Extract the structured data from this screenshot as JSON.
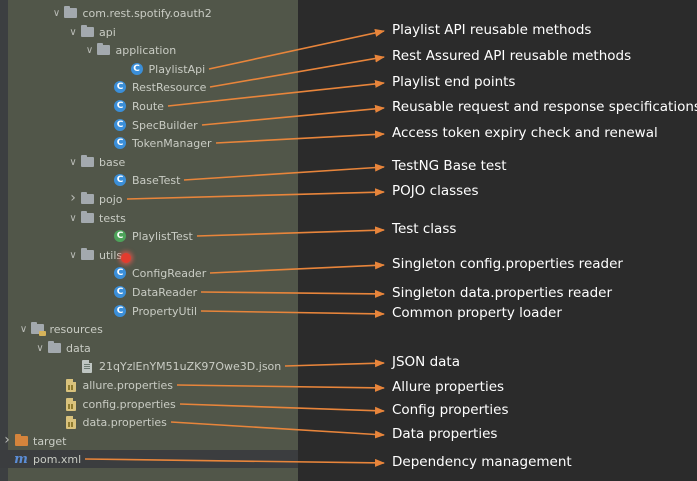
{
  "tree": [
    {
      "label": "com.rest.spotify.oauth2",
      "icon": "folder",
      "depth": 4,
      "expand": "down",
      "name": "package-oauth2"
    },
    {
      "label": "api",
      "icon": "folder",
      "depth": 5,
      "expand": "down",
      "name": "package-api"
    },
    {
      "label": "application",
      "icon": "folder",
      "depth": 6,
      "expand": "down",
      "name": "package-application"
    },
    {
      "label": "PlaylistApi",
      "icon": "class",
      "depth": 8,
      "expand": "none",
      "name": "class-playlistapi"
    },
    {
      "label": "RestResource",
      "icon": "class",
      "depth": 7,
      "expand": "none",
      "name": "class-restresource"
    },
    {
      "label": "Route",
      "icon": "class",
      "depth": 7,
      "expand": "none",
      "name": "class-route"
    },
    {
      "label": "SpecBuilder",
      "icon": "class",
      "depth": 7,
      "expand": "none",
      "name": "class-specbuilder"
    },
    {
      "label": "TokenManager",
      "icon": "class",
      "depth": 7,
      "expand": "none",
      "name": "class-tokenmanager"
    },
    {
      "label": "base",
      "icon": "folder",
      "depth": 5,
      "expand": "down",
      "name": "package-base"
    },
    {
      "label": "BaseTest",
      "icon": "class",
      "depth": 7,
      "expand": "none",
      "name": "class-basetest"
    },
    {
      "label": "pojo",
      "icon": "folder",
      "depth": 5,
      "expand": "right",
      "name": "package-pojo"
    },
    {
      "label": "tests",
      "icon": "folder",
      "depth": 5,
      "expand": "down",
      "name": "package-tests"
    },
    {
      "label": "PlaylistTest",
      "icon": "testclass",
      "depth": 7,
      "expand": "none",
      "name": "class-playlisttest"
    },
    {
      "label": "utils",
      "icon": "folder",
      "depth": 5,
      "expand": "down",
      "name": "package-utils"
    },
    {
      "label": "ConfigReader",
      "icon": "class",
      "depth": 7,
      "expand": "none",
      "name": "class-configreader"
    },
    {
      "label": "DataReader",
      "icon": "class",
      "depth": 7,
      "expand": "none",
      "name": "class-datareader"
    },
    {
      "label": "PropertyUtil",
      "icon": "class",
      "depth": 7,
      "expand": "none",
      "name": "class-propertyutil"
    },
    {
      "label": "resources",
      "icon": "resfolder",
      "depth": 2,
      "expand": "down",
      "name": "folder-resources"
    },
    {
      "label": "data",
      "icon": "folder",
      "depth": 3,
      "expand": "down",
      "name": "folder-data"
    },
    {
      "label": "21qYzlEnYM51uZK97Owe3D.json",
      "icon": "json",
      "depth": 5,
      "expand": "none",
      "name": "file-json-data"
    },
    {
      "label": "allure.properties",
      "icon": "props",
      "depth": 4,
      "expand": "none",
      "name": "file-allure-properties"
    },
    {
      "label": "config.properties",
      "icon": "props",
      "depth": 4,
      "expand": "none",
      "name": "file-config-properties"
    },
    {
      "label": "data.properties",
      "icon": "props",
      "depth": 4,
      "expand": "none",
      "name": "file-data-properties"
    },
    {
      "label": "target",
      "icon": "orangefolder",
      "depth": 1,
      "expand": "right",
      "name": "folder-target"
    },
    {
      "label": "pom.xml",
      "icon": "maven",
      "depth": 1,
      "expand": "none",
      "name": "file-pom-xml"
    }
  ],
  "annotations": [
    {
      "text": "Playlist API reusable methods",
      "row": 3
    },
    {
      "text": "Rest Assured API reusable methods",
      "row": 4
    },
    {
      "text": "Playlist end points",
      "row": 5
    },
    {
      "text": "Reusable request and response specifications",
      "row": 6
    },
    {
      "text": "Access token expiry check and renewal",
      "row": 7
    },
    {
      "text": "TestNG Base test",
      "row": 9
    },
    {
      "text": "POJO classes",
      "row": 10
    },
    {
      "text": "Test class",
      "row": 12
    },
    {
      "text": "Singleton config.properties reader",
      "row": 14
    },
    {
      "text": "Singleton data.properties reader",
      "row": 15
    },
    {
      "text": "Common property loader",
      "row": 16
    },
    {
      "text": "JSON data",
      "row": 19
    },
    {
      "text": "Allure properties",
      "row": 20
    },
    {
      "text": "Config properties",
      "row": 21
    },
    {
      "text": "Data properties",
      "row": 22
    },
    {
      "text": "Dependency management",
      "row": 24
    }
  ],
  "colors": {
    "arrow": "#e8853b",
    "annotation_text": "#ffffff",
    "panel": "#515649",
    "background": "#2b2b2b"
  }
}
